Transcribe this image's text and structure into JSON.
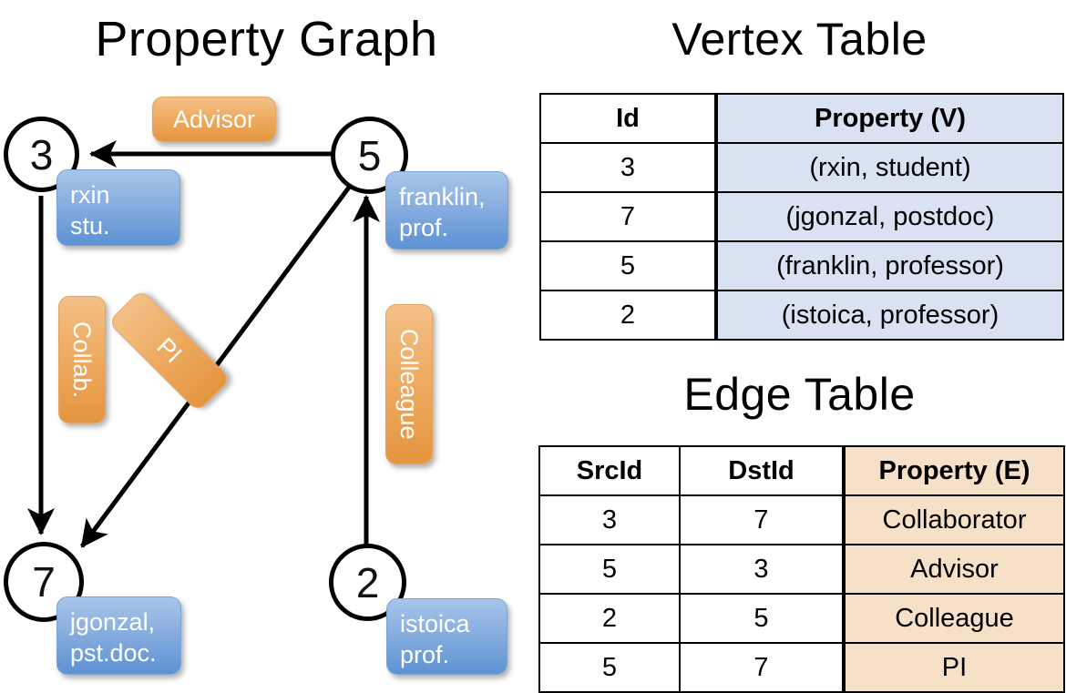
{
  "titles": {
    "property_graph": "Property Graph",
    "vertex_table": "Vertex Table",
    "edge_table": "Edge Table"
  },
  "colors": {
    "vertex_property_bg": "#d9e2f3",
    "edge_property_bg": "#f7e0c8",
    "node_property_box": "#6a9bd8",
    "edge_label_box": "#eeac63",
    "stroke": "#000000"
  },
  "graph": {
    "nodes": [
      {
        "id": "3",
        "property": "rxin\nstu.",
        "property_line1": "rxin",
        "property_line2": "stu."
      },
      {
        "id": "5",
        "property": "franklin,\nprof.",
        "property_line1": "franklin,",
        "property_line2": "prof."
      },
      {
        "id": "7",
        "property": "jgonzal,\npst.doc.",
        "property_line1": "jgonzal,",
        "property_line2": "pst.doc."
      },
      {
        "id": "2",
        "property": "istoica\nprof.",
        "property_line1": "istoica",
        "property_line2": "prof."
      }
    ],
    "edge_labels": [
      {
        "label": "Advisor",
        "orientation": "horizontal"
      },
      {
        "label": "Collab.",
        "orientation": "vertical"
      },
      {
        "label": "PI",
        "orientation": "diagonal"
      },
      {
        "label": "Colleague",
        "orientation": "vertical"
      }
    ]
  },
  "vertex_table": {
    "headers": [
      "Id",
      "Property (V)"
    ],
    "rows": [
      {
        "id": "3",
        "property": "(rxin, student)"
      },
      {
        "id": "7",
        "property": "(jgonzal, postdoc)"
      },
      {
        "id": "5",
        "property": "(franklin, professor)"
      },
      {
        "id": "2",
        "property": "(istoica, professor)"
      }
    ]
  },
  "edge_table": {
    "headers": [
      "SrcId",
      "DstId",
      "Property (E)"
    ],
    "rows": [
      {
        "src": "3",
        "dst": "7",
        "property": "Collaborator"
      },
      {
        "src": "5",
        "dst": "3",
        "property": "Advisor"
      },
      {
        "src": "2",
        "dst": "5",
        "property": "Colleague"
      },
      {
        "src": "5",
        "dst": "7",
        "property": "PI"
      }
    ]
  }
}
